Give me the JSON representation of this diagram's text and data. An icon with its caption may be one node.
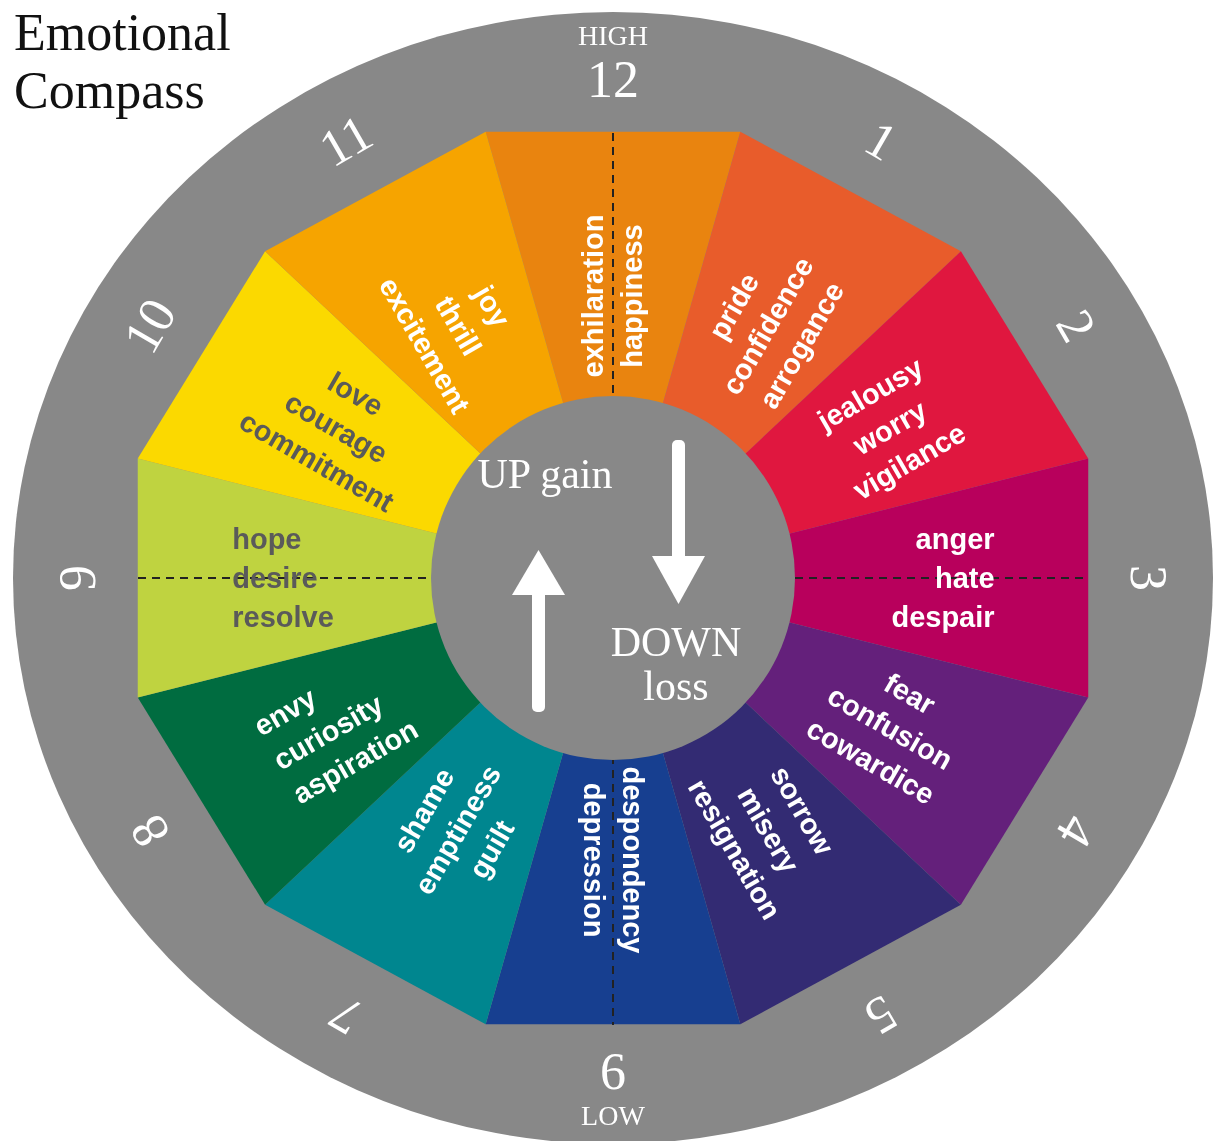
{
  "diagram": {
    "title": "Emotional Compass",
    "nodes": [
      {
        "text": [
          "exhilaration",
          "happiness"
        ]
      },
      {
        "text": [
          "pride",
          "confidence",
          "arrogance"
        ]
      },
      {
        "text": [
          "jealousy",
          "worry",
          "vigilance"
        ]
      },
      {
        "text": [
          "anger",
          "hate",
          "despair"
        ]
      },
      {
        "text": [
          "fear",
          "confusion",
          "cowardice"
        ]
      },
      {
        "text": [
          "sorrow",
          "misery",
          "resignation"
        ]
      },
      {
        "text": [
          "despondency",
          "depression"
        ]
      },
      {
        "text": [
          "shame",
          "emptiness",
          "guilt"
        ]
      },
      {
        "text": [
          "envy",
          "curiosity",
          "aspiration"
        ]
      },
      {
        "text": [
          "hope",
          "desire",
          "resolve"
        ]
      },
      {
        "text": [
          "love",
          "courage",
          "commitment"
        ]
      },
      {
        "text": [
          "joy",
          "thrill",
          "excitement"
        ]
      },
      {
        "text": [
          "UP gain",
          "DOWN loss"
        ]
      }
    ],
    "labels": [
      "HIGH",
      "12",
      "1",
      "2",
      "3",
      "4",
      "5",
      "6",
      "LOW",
      "7",
      "8",
      "9",
      "10",
      "11"
    ]
  }
}
